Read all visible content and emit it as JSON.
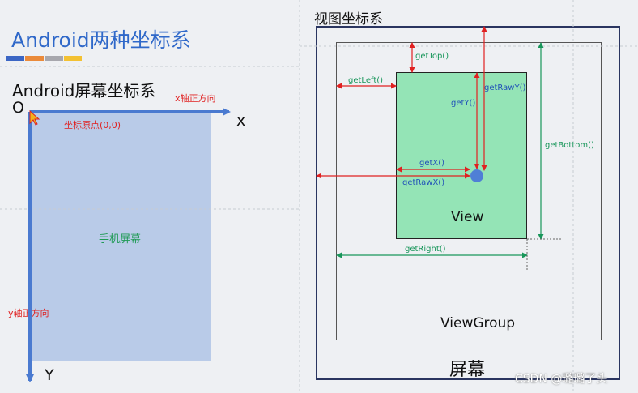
{
  "title": "Android两种坐标系",
  "accent_colors": [
    "#3b66c4",
    "#ea8a3a",
    "#a7a7ad",
    "#f3c132"
  ],
  "left_panel": {
    "heading": "Android屏幕坐标系",
    "origin_letter": "O",
    "x_letter": "x",
    "y_letter": "Y",
    "x_axis_label": "x轴正方向",
    "y_axis_label": "y轴正方向",
    "origin_label": "坐标原点(0,0)",
    "screen_label": "手机屏幕"
  },
  "right_panel": {
    "heading": "视图坐标系",
    "view_label": "View",
    "viewgroup_label": "ViewGroup",
    "screen_label": "屏幕",
    "labels": {
      "getTop": "getTop()",
      "getLeft": "getLeft()",
      "getRawY": "getRawY()",
      "getY": "getY()",
      "getX": "getX()",
      "getRawX": "getRawX()",
      "getBottom": "getBottom()",
      "getRight": "getRight()"
    }
  },
  "watermark": "CSDN @璐璐了头"
}
